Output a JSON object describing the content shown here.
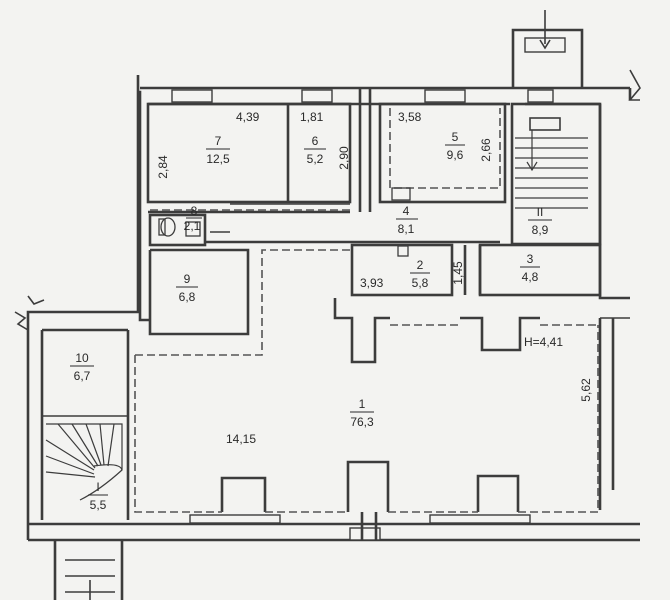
{
  "rooms": [
    {
      "id": "r1",
      "number": "1",
      "area": "76,3"
    },
    {
      "id": "r2",
      "number": "2",
      "area": "5,8"
    },
    {
      "id": "r3",
      "number": "3",
      "area": "4,8"
    },
    {
      "id": "r4",
      "number": "4",
      "area": "8,1"
    },
    {
      "id": "r5",
      "number": "5",
      "area": "9,6"
    },
    {
      "id": "r6",
      "number": "6",
      "area": "5,2"
    },
    {
      "id": "r7",
      "number": "7",
      "area": "12,5"
    },
    {
      "id": "r8",
      "number": "8",
      "area": "2,1"
    },
    {
      "id": "r9",
      "number": "9",
      "area": "6,8"
    },
    {
      "id": "r10",
      "number": "10",
      "area": "6,7"
    },
    {
      "id": "rI",
      "number": "I",
      "area": "5,5"
    },
    {
      "id": "rII",
      "number": "II",
      "area": "8,9"
    }
  ],
  "dimensions": {
    "d_439": "4,39",
    "d_181": "1,81",
    "d_284": "2,84",
    "d_290": "2,90",
    "d_358": "3,58",
    "d_266": "2,66",
    "d_393": "3,93",
    "d_145": "1,45",
    "d_1415": "14,15",
    "d_562": "5,62",
    "d_height": "H=4,41"
  }
}
